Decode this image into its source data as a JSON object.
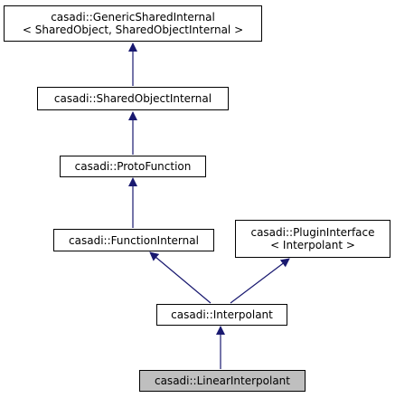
{
  "nodes": {
    "generic_shared_internal": {
      "line1": "casadi::GenericSharedInternal",
      "line2": "< SharedObject, SharedObjectInternal >"
    },
    "shared_object_internal": {
      "label": "casadi::SharedObjectInternal"
    },
    "proto_function": {
      "label": "casadi::ProtoFunction"
    },
    "function_internal": {
      "label": "casadi::FunctionInternal"
    },
    "plugin_interface": {
      "line1": "casadi::PluginInterface",
      "line2": "< Interpolant >"
    },
    "interpolant": {
      "label": "casadi::Interpolant"
    },
    "linear_interpolant": {
      "label": "casadi::LinearInterpolant"
    }
  },
  "colors": {
    "edge": "#191970",
    "current_fill": "#bfbfbf",
    "border": "#000000"
  }
}
